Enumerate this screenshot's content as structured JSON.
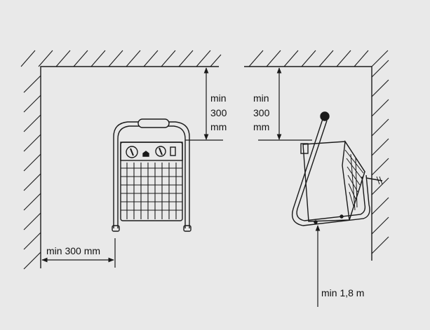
{
  "figure": {
    "background": "#e9e9e9",
    "line_color": "#1a1a1a",
    "labels": {
      "top_left_min": "min",
      "top_left_300": "300",
      "top_left_mm": "mm",
      "top_right_min": "min",
      "top_right_300": "300",
      "top_right_mm": "mm",
      "side_clearance": "min 300 mm",
      "mount_height": "min 1,8 m"
    },
    "icons": [
      "heater-front-icon",
      "heater-wall-mounted-icon",
      "wall-hatch",
      "dimension-arrow"
    ]
  }
}
